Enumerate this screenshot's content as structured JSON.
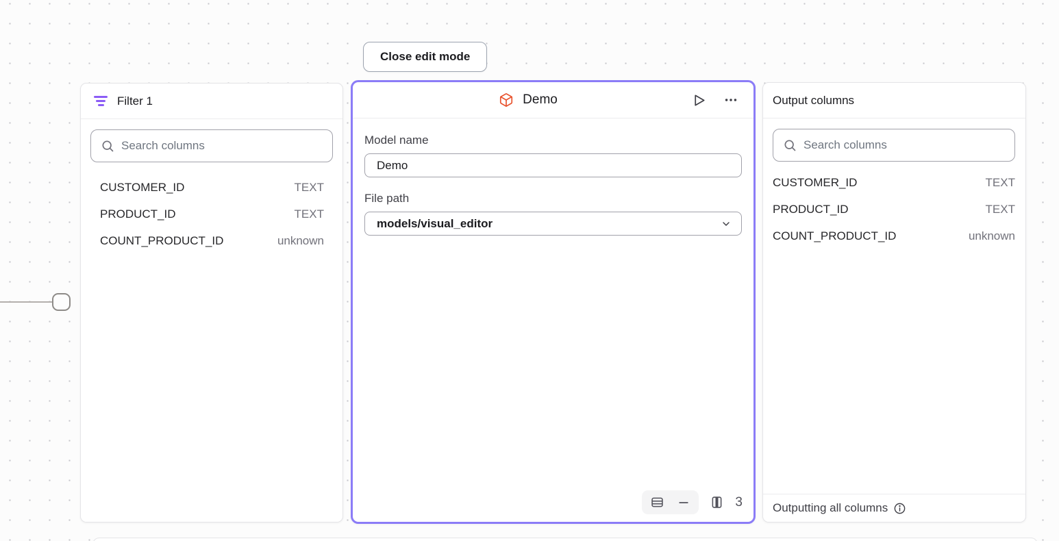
{
  "canvas": {
    "close_edit_button": "Close edit mode"
  },
  "filter_panel": {
    "title": "Filter 1",
    "search_placeholder": "Search columns",
    "columns": [
      {
        "name": "CUSTOMER_ID",
        "type": "TEXT"
      },
      {
        "name": "PRODUCT_ID",
        "type": "TEXT"
      },
      {
        "name": "COUNT_PRODUCT_ID",
        "type": "unknown"
      }
    ]
  },
  "model_panel": {
    "title": "Demo",
    "model_name_label": "Model name",
    "model_name_value": "Demo",
    "file_path_label": "File path",
    "file_path_value": "models/visual_editor",
    "column_count": "3"
  },
  "output_panel": {
    "title": "Output columns",
    "search_placeholder": "Search columns",
    "columns": [
      {
        "name": "CUSTOMER_ID",
        "type": "TEXT"
      },
      {
        "name": "PRODUCT_ID",
        "type": "TEXT"
      },
      {
        "name": "COUNT_PRODUCT_ID",
        "type": "unknown"
      }
    ],
    "footer_text": "Outputting all columns"
  },
  "colors": {
    "selected_node_border": "#8B7CF7",
    "filter_icon_purple": "#8B5CF6",
    "model_icon_orange": "#E8502B",
    "canvas_dot": "#C7C7CC"
  }
}
